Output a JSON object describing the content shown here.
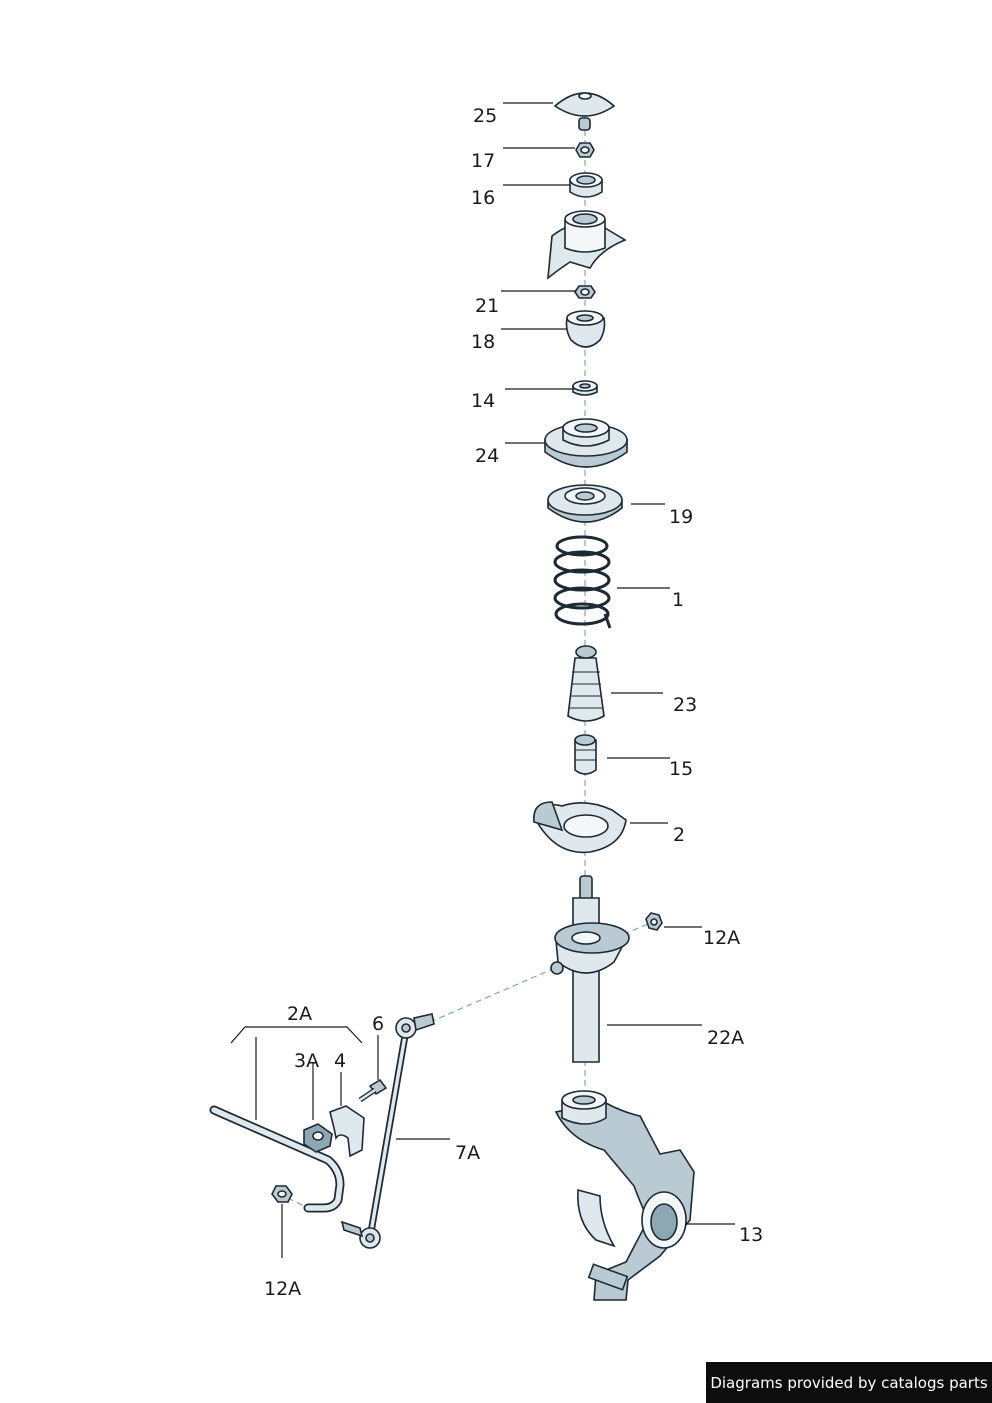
{
  "parts": [
    {
      "id": "part-25",
      "label": "25"
    },
    {
      "id": "part-17",
      "label": "17"
    },
    {
      "id": "part-16",
      "label": "16"
    },
    {
      "id": "part-21",
      "label": "21"
    },
    {
      "id": "part-18",
      "label": "18"
    },
    {
      "id": "part-14",
      "label": "14"
    },
    {
      "id": "part-24",
      "label": "24"
    },
    {
      "id": "part-19",
      "label": "19"
    },
    {
      "id": "part-1",
      "label": "1"
    },
    {
      "id": "part-23",
      "label": "23"
    },
    {
      "id": "part-15",
      "label": "15"
    },
    {
      "id": "part-2",
      "label": "2"
    },
    {
      "id": "part-12A-top",
      "label": "12A"
    },
    {
      "id": "part-22A",
      "label": "22A"
    },
    {
      "id": "part-2A",
      "label": "2A"
    },
    {
      "id": "part-6",
      "label": "6"
    },
    {
      "id": "part-3A",
      "label": "3A"
    },
    {
      "id": "part-4",
      "label": "4"
    },
    {
      "id": "part-7A",
      "label": "7A"
    },
    {
      "id": "part-13",
      "label": "13"
    },
    {
      "id": "part-12A-bottom",
      "label": "12A"
    }
  ],
  "colors": {
    "line": "#1c2a33",
    "metal_light": "#dfe8ec",
    "metal_mid": "#b9cad3",
    "metal_dark": "#8fa6b3",
    "axis": "#7fa9bf"
  },
  "credit": "Diagrams provided by catalogs parts"
}
